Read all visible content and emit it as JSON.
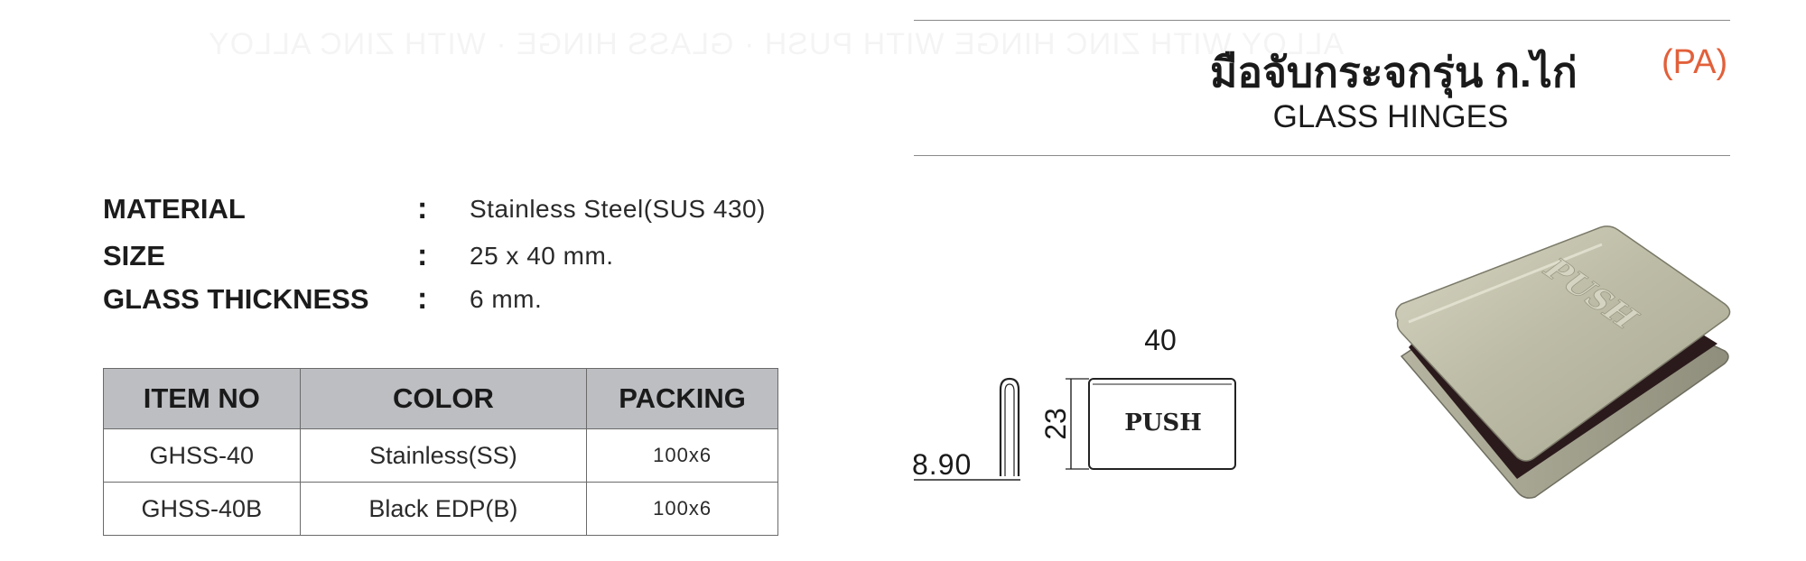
{
  "header": {
    "title_thai": "มือจับกระจกรุ่น ก.ไก่",
    "code": "(PA)",
    "title_en": "GLASS HINGES"
  },
  "specs": [
    {
      "label": "MATERIAL",
      "colon": ":",
      "value": "Stainless Steel(SUS 430)"
    },
    {
      "label": "SIZE",
      "colon": ":",
      "value": "25 x 40 mm."
    },
    {
      "label": "GLASS THICKNESS",
      "colon": ":",
      "value": "6 mm."
    }
  ],
  "table": {
    "headers": [
      "ITEM NO",
      "COLOR",
      "PACKING"
    ],
    "rows": [
      [
        "GHSS-40",
        "Stainless(SS)",
        "100x6"
      ],
      [
        "GHSS-40B",
        "Black EDP(B)",
        "100x6"
      ]
    ]
  },
  "drawing": {
    "width_dim": "40",
    "height_dim": "23",
    "depth_dim": "8.90",
    "plate_text": "PUSH"
  },
  "photo": {
    "embossed_text": "PUSH"
  },
  "colors": {
    "accent": "#e2603a",
    "table_header_bg": "#bcbec2"
  }
}
